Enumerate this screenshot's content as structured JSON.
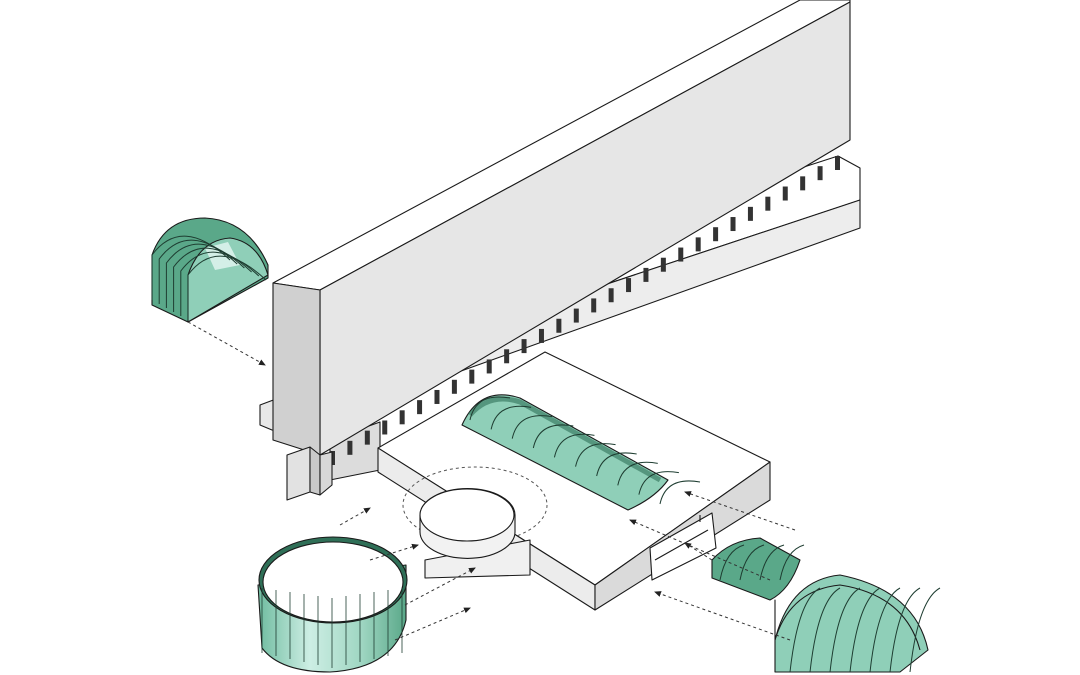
{
  "drawing": {
    "palette": {
      "background": "#ffffff",
      "block_top": "#ffffff",
      "block_side_light": "#eeeeee",
      "block_side_dark": "#d6d6d6",
      "glass": "#8fcfb8",
      "glass_dark": "#2f6f57",
      "glass_light": "#d4efe7",
      "line": "#1a1a1a"
    },
    "components": [
      "slab-block",
      "podium-base",
      "central-deck",
      "barrel-vault-skylight",
      "cylindrical-glass-drum",
      "vault-arch-segment",
      "entrance-glass-segments"
    ]
  }
}
